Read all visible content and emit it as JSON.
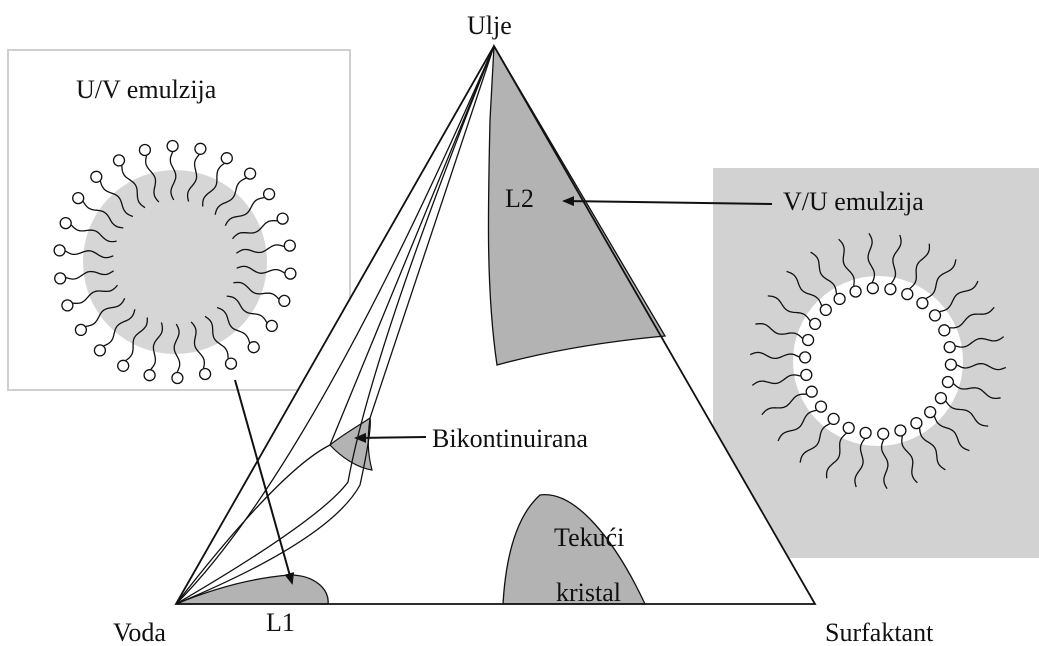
{
  "labels": {
    "oil": "Ulje",
    "water": "Voda",
    "surfactant": "Surfaktant",
    "l1": "L1",
    "l2": "L2",
    "bicontinuous": "Bikontinuirana",
    "liquid_crystal_line1": "Tekući",
    "liquid_crystal_line2": "kristal",
    "ow_emulsion": "U/V emulzija",
    "wo_emulsion": "V/U emulzija"
  },
  "colors": {
    "phase_fill": "#b3b3b3",
    "droplet_fill": "#d6d6d6",
    "panel_fill": "#d2d2d2",
    "line": "#111111"
  }
}
